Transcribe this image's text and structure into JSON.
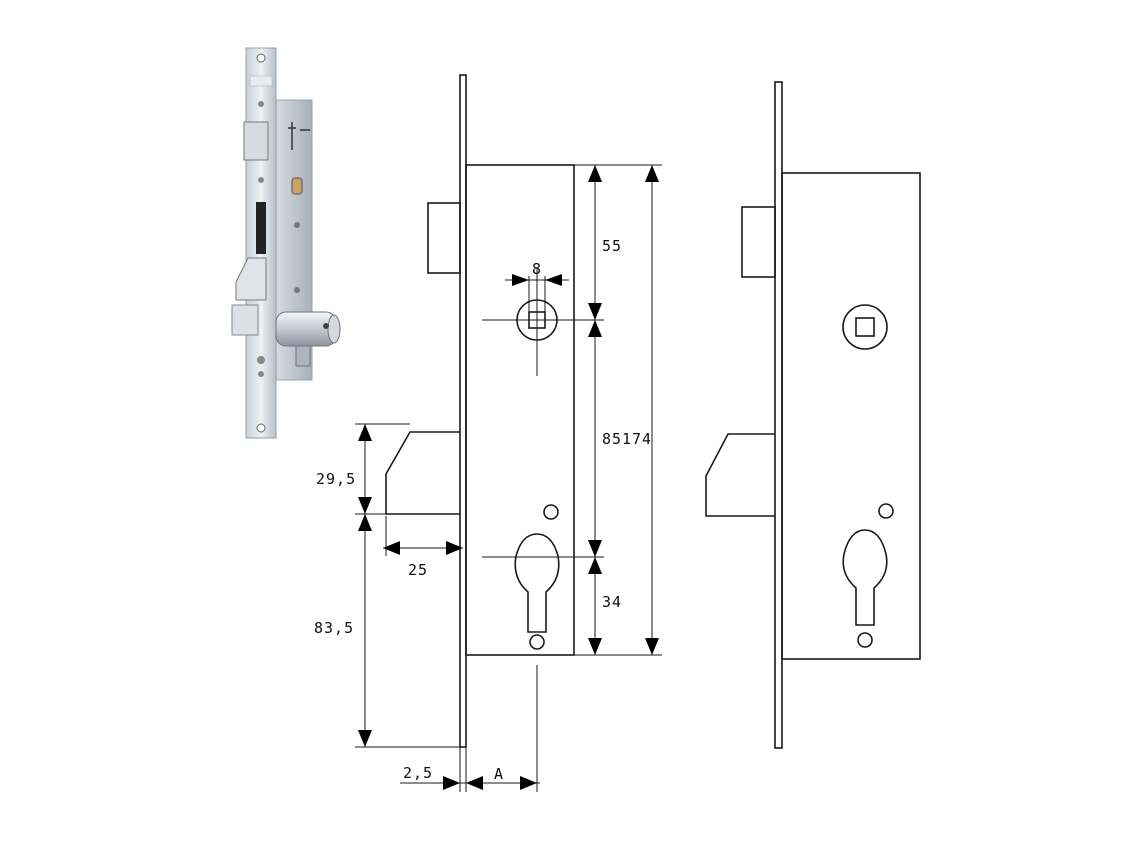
{
  "figure": {
    "photo_label": "",
    "dimensions": {
      "top_to_spindle": "55",
      "spindle_square": "8",
      "spindle_to_cylinder": "85",
      "overall_height": "174",
      "cylinder_to_bottom": "34",
      "latch_height": "29,5",
      "latch_projection": "25",
      "latch_to_bottom": "83,5",
      "faceplate_thickness": "2,5",
      "backset": "A"
    }
  }
}
